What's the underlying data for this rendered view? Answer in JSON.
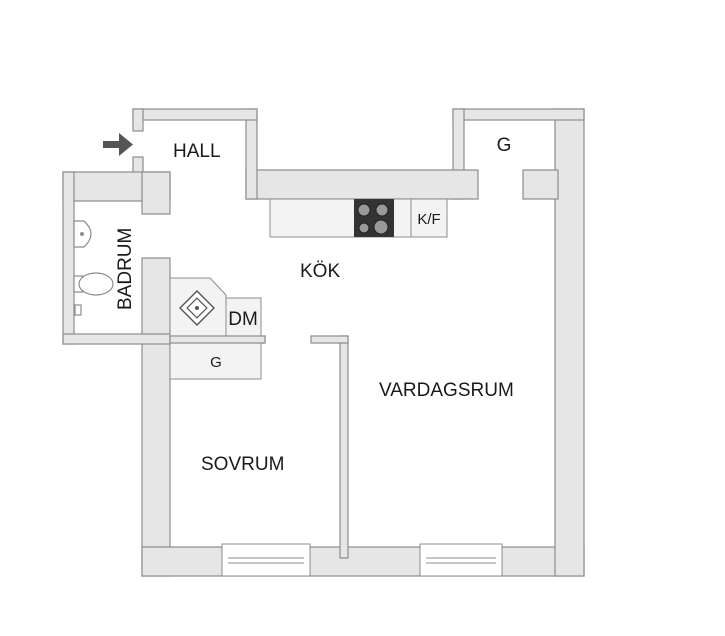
{
  "rooms": {
    "hall": "HALL",
    "kok": "KÖK",
    "badrum": "BADRUM",
    "sovrum": "SOVRUM",
    "vardagsrum": "VARDAGSRUM"
  },
  "fixtures": {
    "fridge_freezer": "K/F",
    "dishwasher": "DM",
    "wardrobe_kitchen": "G",
    "wardrobe_living": "G"
  },
  "colors": {
    "wall_fill": "#e6e6e6",
    "wall_stroke": "#8c8c8c",
    "stove": "#333333",
    "entrance_arrow": "#555555"
  },
  "icons": [
    "entrance-arrow-icon",
    "sink-icon",
    "toilet-icon",
    "stove-icon",
    "kitchen-sink-icon"
  ]
}
